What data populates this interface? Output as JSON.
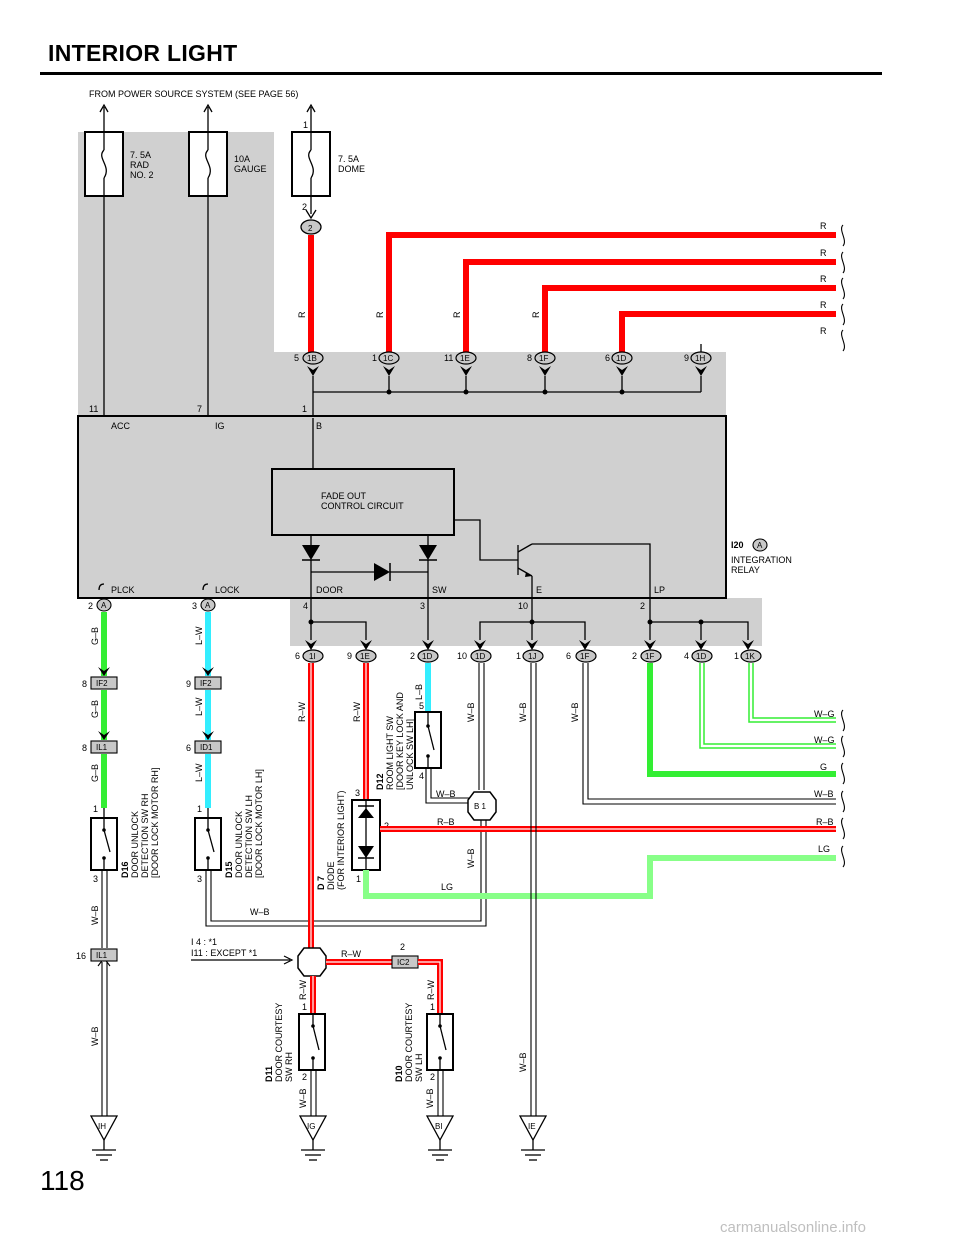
{
  "title": "INTERIOR LIGHT",
  "page_number": "118",
  "watermark": "carmanualsonline.info",
  "source_note": "FROM POWER SOURCE SYSTEM (SEE PAGE 56)",
  "colors": {
    "red": "#ff0000",
    "green": "#33ee33",
    "light_green": "#88ff88",
    "cyan": "#33eeff",
    "panel_gray": "#d0d0d0"
  },
  "fuses": [
    {
      "name": "7. 5A",
      "lines": [
        "RAD",
        "NO. 2"
      ]
    },
    {
      "name": "10A",
      "lines": [
        "GAUGE"
      ]
    },
    {
      "name": "7. 5A",
      "lines": [
        "DOME"
      ]
    }
  ],
  "dome_fuse_pins": [
    "1",
    "2"
  ],
  "connector_2": "2",
  "right_wire_labels": [
    "R",
    "R",
    "R",
    "R",
    "R"
  ],
  "vertical_r_labels": [
    "R",
    "R",
    "R",
    "R"
  ],
  "top_connectors": [
    {
      "pin": "5",
      "id": "1B"
    },
    {
      "pin": "1",
      "id": "1C"
    },
    {
      "pin": "11",
      "id": "1E"
    },
    {
      "pin": "8",
      "id": "1F"
    },
    {
      "pin": "6",
      "id": "1D"
    },
    {
      "pin": "9",
      "id": "1H"
    }
  ],
  "relay_top_pins": [
    "11",
    "7",
    "1"
  ],
  "relay_top_terms": [
    "ACC",
    "IG",
    "B"
  ],
  "fade_out": [
    "FADE OUT",
    "CONTROL CIRCUIT"
  ],
  "relay_name": {
    "code": "I20",
    "badge": "A",
    "lines": [
      "INTEGRATION",
      "RELAY"
    ]
  },
  "relay_bottom_terms": [
    "PLCK",
    "LOCK",
    "DOOR",
    "SW",
    "E",
    "LP"
  ],
  "relay_bottom_pins": [
    {
      "pin": "2",
      "badge": "A"
    },
    {
      "pin": "3",
      "badge": "A"
    },
    {
      "pin": "4"
    },
    {
      "pin": "3"
    },
    {
      "pin": "10"
    },
    {
      "pin": "2"
    }
  ],
  "bottom_connectors": [
    {
      "pin": "6",
      "id": "1I"
    },
    {
      "pin": "9",
      "id": "1E"
    },
    {
      "pin": "2",
      "id": "1D"
    },
    {
      "pin": "10",
      "id": "1D"
    },
    {
      "pin": "1",
      "id": "1J"
    },
    {
      "pin": "6",
      "id": "1F"
    },
    {
      "pin": "2",
      "id": "1F"
    },
    {
      "pin": "4",
      "id": "1D"
    },
    {
      "pin": "1",
      "id": "1K"
    }
  ],
  "right_lower_labels": [
    "W–G",
    "W–G",
    "G",
    "W–B",
    "R–B",
    "LG"
  ],
  "wire_labels": {
    "g_b": "G–B",
    "l_w": "L–W",
    "r_w": "R–W",
    "w_b": "W–B",
    "l_b": "L–B",
    "r_b": "R–B",
    "lg": "LG"
  },
  "inline_connectors": {
    "if2_left": {
      "pin": "8",
      "id": "IF2"
    },
    "il1_left": {
      "pin": "8",
      "id": "IL1"
    },
    "if2_mid": {
      "pin": "9",
      "id": "IF2"
    },
    "id1_mid": {
      "pin": "6",
      "id": "ID1"
    },
    "il1_bottom": {
      "pin": "16",
      "id": "IL1"
    },
    "ic2": {
      "pin": "2",
      "id": "IC2"
    }
  },
  "splice_b1": "B 1",
  "components": {
    "d16": {
      "code": "D16",
      "lines": [
        "DOOR UNLOCK",
        "DETECTION SW RH",
        "[DOOR LOCK MOTOR RH]"
      ],
      "pins": [
        "1",
        "3"
      ]
    },
    "d15": {
      "code": "D15",
      "lines": [
        "DOOR UNLOCK",
        "DETECTION SW LH",
        "[DOOR LOCK MOTOR LH]"
      ],
      "pins": [
        "1",
        "3"
      ]
    },
    "d7": {
      "code": "D 7",
      "lines": [
        "DIODE",
        "(FOR INTERIOR LIGHT)"
      ],
      "pins": [
        "3",
        "2",
        "1"
      ]
    },
    "d12": {
      "code": "D12",
      "lines": [
        "ROOM LIGHT SW",
        "[DOOR KEY LOCK AND",
        "UNLOCK SW LH]"
      ],
      "pins": [
        "5",
        "4"
      ]
    },
    "d11": {
      "code": "D11",
      "lines": [
        "DOOR COURTESY",
        "SW RH"
      ],
      "pins": [
        "1",
        "2"
      ]
    },
    "d10": {
      "code": "D10",
      "lines": [
        "DOOR COURTESY",
        "SW LH"
      ],
      "pins": [
        "1",
        "2"
      ]
    }
  },
  "splice_note": [
    "I 4 : *1",
    "I11 : EXCEPT *1"
  ],
  "grounds": [
    "IH",
    "IG",
    "BI",
    "IE"
  ]
}
